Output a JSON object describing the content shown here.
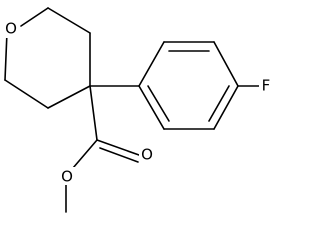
{
  "molecule": {
    "atoms": {
      "ring_oxygen": "O",
      "ester_carbonyl_oxygen": "O",
      "ester_ether_oxygen": "O",
      "fluorine": "F"
    }
  }
}
